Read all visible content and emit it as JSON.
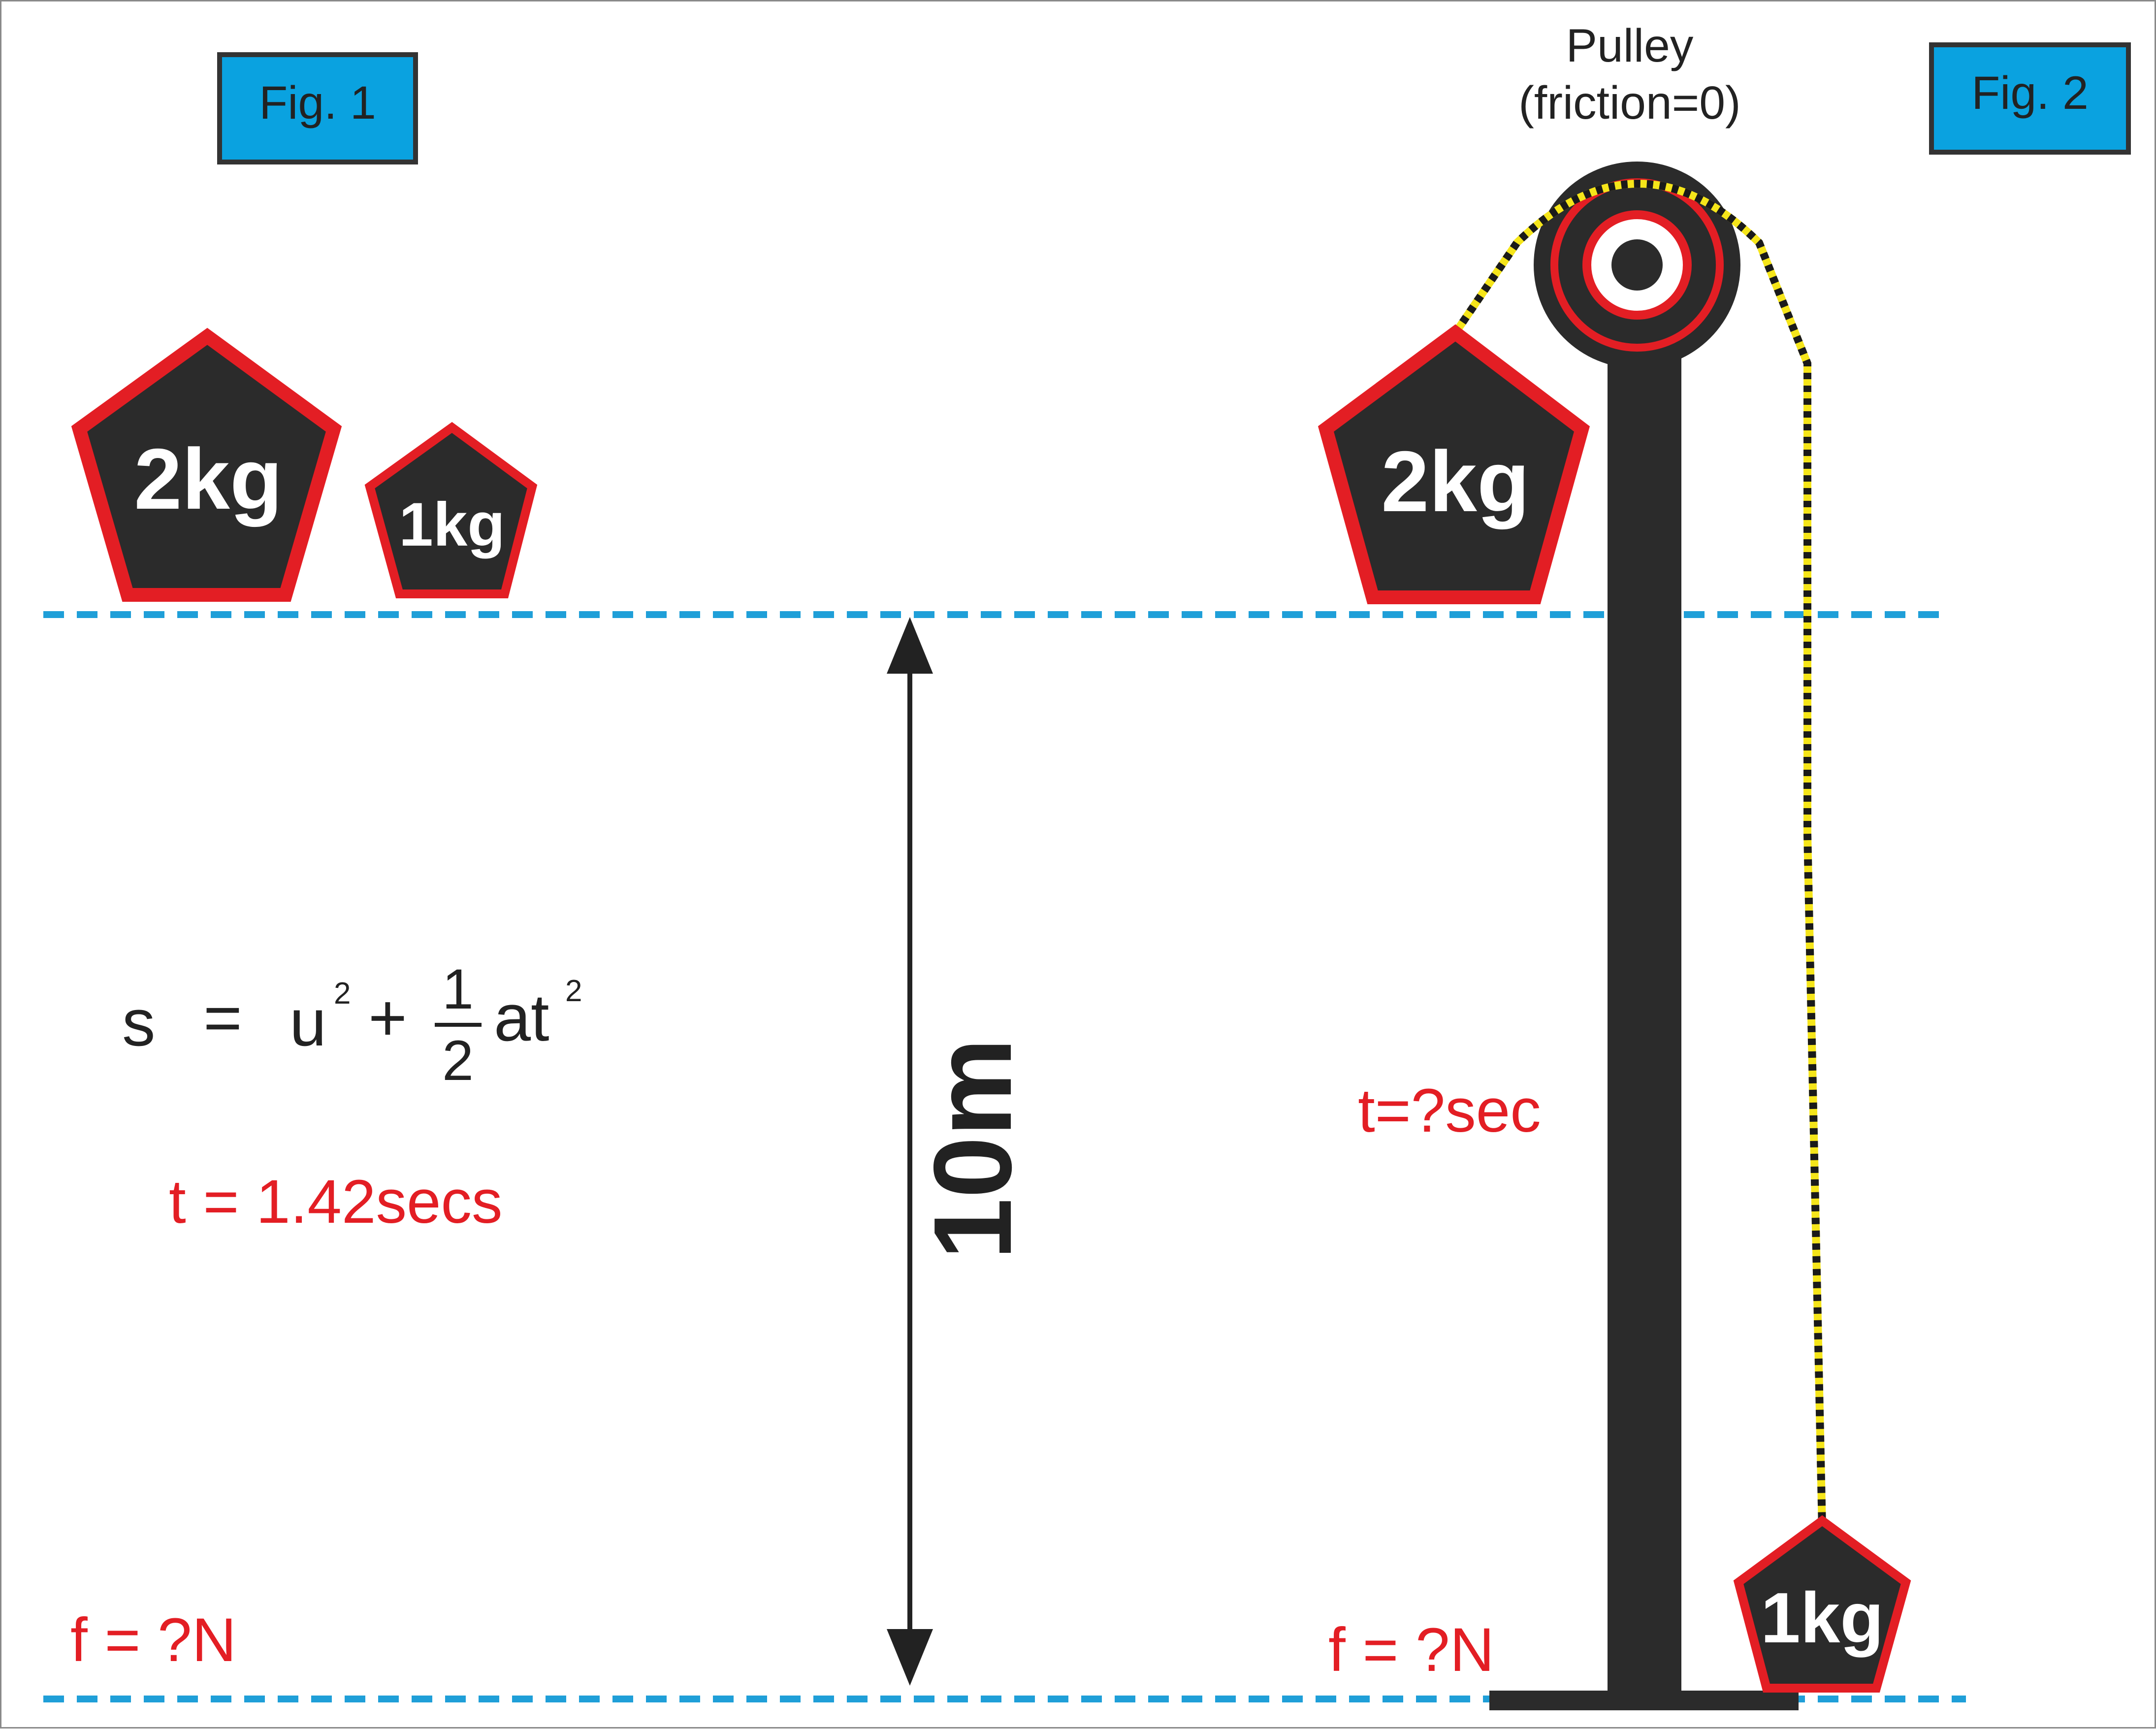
{
  "figures": {
    "fig1_label": "Fig. 1",
    "fig2_label": "Fig. 2"
  },
  "fig1": {
    "mass_large": "2kg",
    "mass_small": "1kg",
    "equation": {
      "s": "s",
      "equals": "=",
      "u": "u",
      "u_exp": "2",
      "plus": "+",
      "frac_num": "1",
      "frac_den": "2",
      "at": "at",
      "t_exp": "2"
    },
    "time_value": "t = 1.42secs",
    "force_unknown": "f = ?N"
  },
  "height_label": "10m",
  "fig2": {
    "pulley_title": "Pulley",
    "pulley_subtitle": "(friction=0)",
    "mass_large": "2kg",
    "mass_small": "1kg",
    "time_unknown": "t=?sec",
    "force_unknown": "f = ?N"
  },
  "colors": {
    "accent_blue": "#0aa2e0",
    "weight_fill": "#2b2b2b",
    "weight_stroke": "#e31e24",
    "text_red": "#e31e24",
    "rope": "#f5e51a",
    "guide_line": "#1f9fd8"
  }
}
